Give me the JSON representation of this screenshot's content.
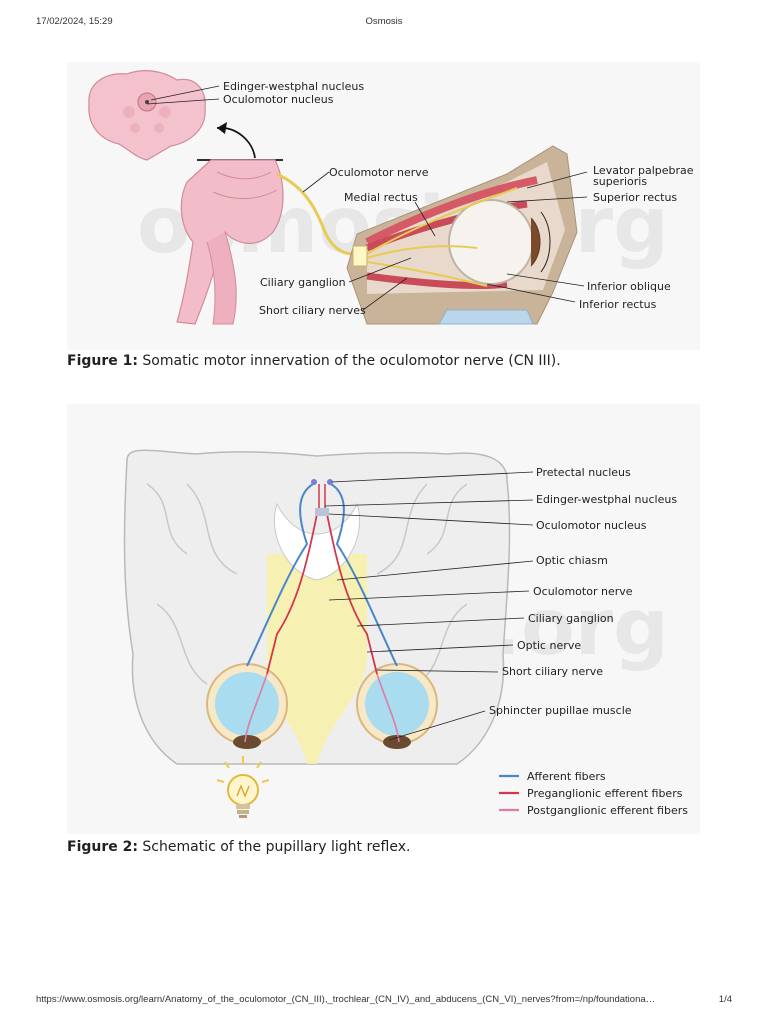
{
  "header": {
    "datetime": "17/02/2024, 15:29",
    "title": "Osmosis"
  },
  "figure1": {
    "labels": {
      "ew_nucleus": "Edinger-westphal nucleus",
      "om_nucleus": "Oculomotor nucleus",
      "om_nerve": "Oculomotor nerve",
      "medial_rectus": "Medial rectus",
      "levator": "Levator palpebrae",
      "levator2": "superioris",
      "superior_rectus": "Superior rectus",
      "ciliary_ganglion": "Ciliary ganglion",
      "inferior_oblique": "Inferior oblique",
      "short_ciliary": "Short ciliary nerves",
      "inferior_rectus": "Inferior rectus"
    },
    "caption_bold": "Figure 1:",
    "caption_text": " Somatic motor innervation of the oculomotor nerve (CN III)."
  },
  "figure2": {
    "labels": {
      "pretectal": "Pretectal nucleus",
      "ew_nucleus": "Edinger-westphal nucleus",
      "om_nucleus": "Oculomotor nucleus",
      "chiasm": "Optic chiasm",
      "om_nerve": "Oculomotor nerve",
      "ciliary_ganglion": "Ciliary ganglion",
      "optic_nerve": "Optic nerve",
      "short_ciliary": "Short ciliary nerve",
      "sphincter": "Sphincter pupillae muscle"
    },
    "legend": [
      {
        "label": "Afferent fibers",
        "color": "#4a86c8"
      },
      {
        "label": "Preganglionic efferent fibers",
        "color": "#d2384c"
      },
      {
        "label": "Postganglionic efferent fibers",
        "color": "#e07aa6"
      }
    ],
    "icon": "lightbulb-icon",
    "caption_bold": "Figure 2:",
    "caption_text": " Schematic of the pupillary light reflex."
  },
  "watermark": "osmosis.org",
  "footer": {
    "url": "https://www.osmosis.org/learn/Anatomy_of_the_oculomotor_(CN_III),_trochlear_(CN_IV)_and_abducens_(CN_VI)_nerves?from=/np/foundationa…",
    "page": "1/4"
  }
}
